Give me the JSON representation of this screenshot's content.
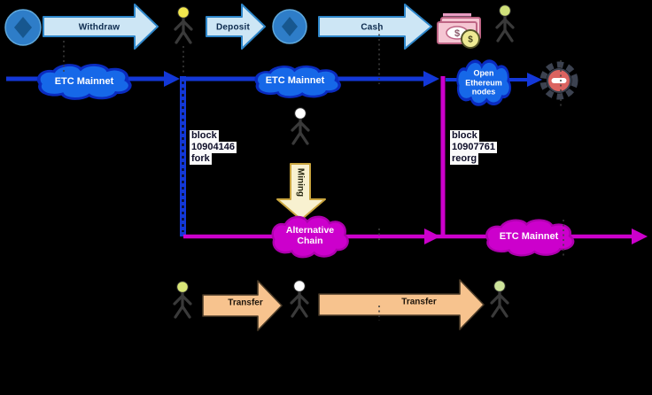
{
  "top_flow": {
    "withdraw": "Withdraw",
    "deposit": "Deposit",
    "cash": "Cash",
    "dollar": "$"
  },
  "mainnet_row": {
    "etc_mainnet_left": "ETC Mainnet",
    "etc_mainnet_center": "ETC Mainnet",
    "open_nodes": [
      "Open",
      "Ethereum",
      "nodes"
    ]
  },
  "annotations": {
    "fork": [
      "block",
      "10904146",
      "fork"
    ],
    "reorg": [
      "block",
      "10907761",
      "reorg"
    ],
    "mining": "Mining"
  },
  "attack_row": {
    "alternative_chain": [
      "Alternative",
      "Chain"
    ],
    "etc_mainnet_reorg": "ETC Mainnet"
  },
  "transfer_row": {
    "transfer_left": "Transfer",
    "transfer_right": "Transfer"
  },
  "colors": {
    "background": "#000000",
    "mainnet_line_blue": "#1338D8",
    "mainnet_cloud_blue": "#1668E8",
    "attack_magenta": "#CC00CC",
    "flow_arrow_fill": "#CDE6F5",
    "flow_arrow_stroke": "#2E86C9",
    "transfer_arrow_fill": "#F7C38E",
    "mining_arrow_fill": "#F8F1D0",
    "cash_bill_pink": "#F5C6D3",
    "coin_yellow": "#EDE993",
    "blocked_node_red": "#DB6360",
    "exchange_blue": "#2E7DC8",
    "head_yellow": "#F2E74E",
    "head_green": "#CFE07A",
    "head_white": "#FFFFFF"
  }
}
